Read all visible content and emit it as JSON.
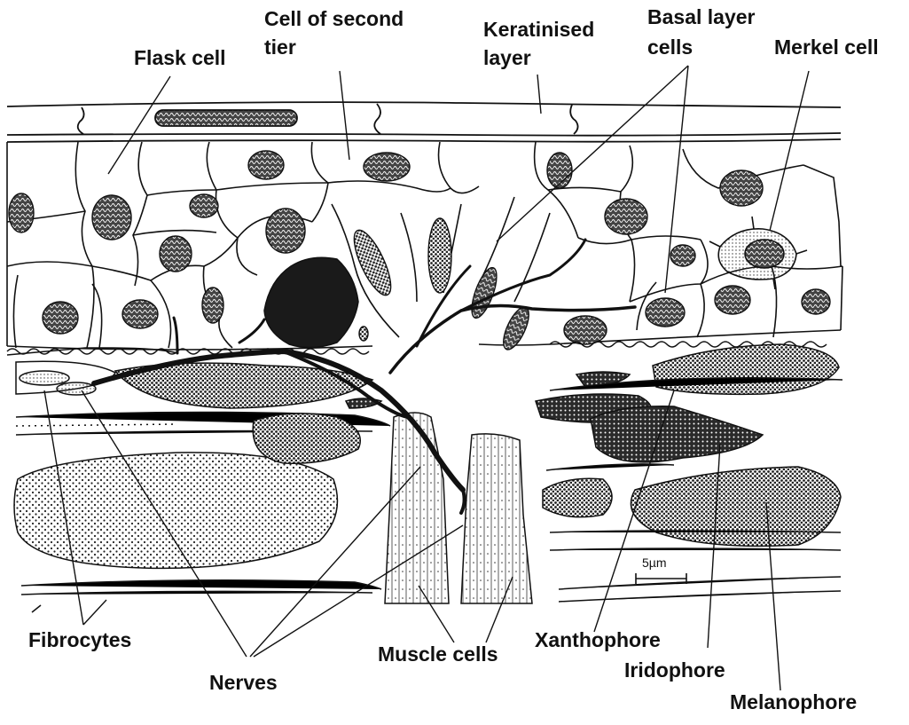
{
  "labels": {
    "flask_cell": "Flask cell",
    "cell_second_tier_1": "Cell of second",
    "cell_second_tier_2": "tier",
    "keratinised_1": "Keratinised",
    "keratinised_2": "layer",
    "basal_1": "Basal layer",
    "basal_2": "cells",
    "merkel": "Merkel cell",
    "fibrocytes": "Fibrocytes",
    "nerves": "Nerves",
    "muscle_cells": "Muscle cells",
    "xanthophore": "Xanthophore",
    "iridophore": "Iridophore",
    "melanophore": "Melanophore"
  },
  "scale_bar": "5µm",
  "colors": {
    "ink": "#111111",
    "paper": "#ffffff",
    "melanin": "#1a1a1a"
  }
}
